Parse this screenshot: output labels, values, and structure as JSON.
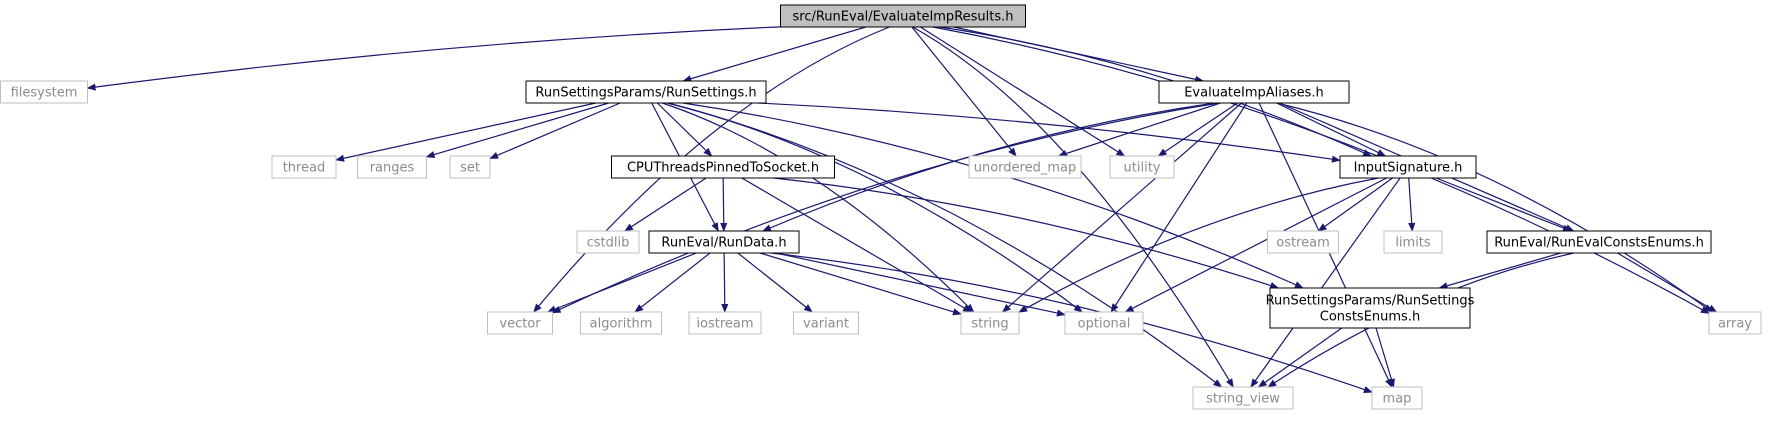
{
  "diagram": {
    "nodes": [
      {
        "id": "root",
        "lines": [
          "src/RunEval/EvaluateImpResults.h"
        ],
        "kind": "root"
      },
      {
        "id": "filesystem",
        "lines": [
          "filesystem"
        ],
        "kind": "system"
      },
      {
        "id": "runsettings",
        "lines": [
          "RunSettingsParams/RunSettings.h"
        ],
        "kind": "project"
      },
      {
        "id": "aliases",
        "lines": [
          "EvaluateImpAliases.h"
        ],
        "kind": "project"
      },
      {
        "id": "thread",
        "lines": [
          "thread"
        ],
        "kind": "system"
      },
      {
        "id": "ranges",
        "lines": [
          "ranges"
        ],
        "kind": "system"
      },
      {
        "id": "set",
        "lines": [
          "set"
        ],
        "kind": "system"
      },
      {
        "id": "cputhreads",
        "lines": [
          "CPUThreadsPinnedToSocket.h"
        ],
        "kind": "project"
      },
      {
        "id": "unordered_map",
        "lines": [
          "unordered_map"
        ],
        "kind": "system"
      },
      {
        "id": "utility",
        "lines": [
          "utility"
        ],
        "kind": "system"
      },
      {
        "id": "inputsig",
        "lines": [
          "InputSignature.h"
        ],
        "kind": "project"
      },
      {
        "id": "cstdlib",
        "lines": [
          "cstdlib"
        ],
        "kind": "system"
      },
      {
        "id": "rundata",
        "lines": [
          "RunEval/RunData.h"
        ],
        "kind": "project"
      },
      {
        "id": "ostream",
        "lines": [
          "ostream"
        ],
        "kind": "system"
      },
      {
        "id": "limits",
        "lines": [
          "limits"
        ],
        "kind": "system"
      },
      {
        "id": "consts",
        "lines": [
          "RunEval/RunEvalConstsEnums.h"
        ],
        "kind": "project"
      },
      {
        "id": "vector",
        "lines": [
          "vector"
        ],
        "kind": "system"
      },
      {
        "id": "algorithm",
        "lines": [
          "algorithm"
        ],
        "kind": "system"
      },
      {
        "id": "iostream",
        "lines": [
          "iostream"
        ],
        "kind": "system"
      },
      {
        "id": "variant",
        "lines": [
          "variant"
        ],
        "kind": "system"
      },
      {
        "id": "string",
        "lines": [
          "string"
        ],
        "kind": "system"
      },
      {
        "id": "optional",
        "lines": [
          "optional"
        ],
        "kind": "system"
      },
      {
        "id": "rsconsts",
        "lines": [
          "RunSettingsParams/RunSettings",
          "ConstsEnums.h"
        ],
        "kind": "project"
      },
      {
        "id": "array",
        "lines": [
          "array"
        ],
        "kind": "system"
      },
      {
        "id": "string_view",
        "lines": [
          "string_view"
        ],
        "kind": "system"
      },
      {
        "id": "map",
        "lines": [
          "map"
        ],
        "kind": "system"
      }
    ],
    "edges": [
      [
        "root",
        "filesystem"
      ],
      [
        "root",
        "runsettings"
      ],
      [
        "root",
        "aliases"
      ],
      [
        "root",
        "unordered_map"
      ],
      [
        "root",
        "utility"
      ],
      [
        "root",
        "inputsig"
      ],
      [
        "root",
        "vector"
      ],
      [
        "root",
        "string_view"
      ],
      [
        "root",
        "array"
      ],
      [
        "runsettings",
        "thread"
      ],
      [
        "runsettings",
        "ranges"
      ],
      [
        "runsettings",
        "set"
      ],
      [
        "runsettings",
        "cputhreads"
      ],
      [
        "runsettings",
        "rundata"
      ],
      [
        "runsettings",
        "inputsig"
      ],
      [
        "runsettings",
        "string"
      ],
      [
        "runsettings",
        "optional"
      ],
      [
        "runsettings",
        "rsconsts"
      ],
      [
        "runsettings",
        "string_view"
      ],
      [
        "aliases",
        "unordered_map"
      ],
      [
        "aliases",
        "utility"
      ],
      [
        "aliases",
        "inputsig"
      ],
      [
        "aliases",
        "consts"
      ],
      [
        "aliases",
        "rundata"
      ],
      [
        "aliases",
        "vector"
      ],
      [
        "aliases",
        "string"
      ],
      [
        "aliases",
        "optional"
      ],
      [
        "aliases",
        "array"
      ],
      [
        "aliases",
        "map"
      ],
      [
        "cputhreads",
        "cstdlib"
      ],
      [
        "cputhreads",
        "rundata"
      ],
      [
        "cputhreads",
        "string"
      ],
      [
        "cputhreads",
        "rsconsts"
      ],
      [
        "inputsig",
        "ostream"
      ],
      [
        "inputsig",
        "limits"
      ],
      [
        "inputsig",
        "consts"
      ],
      [
        "inputsig",
        "string"
      ],
      [
        "inputsig",
        "optional"
      ],
      [
        "inputsig",
        "string_view"
      ],
      [
        "rundata",
        "vector"
      ],
      [
        "rundata",
        "algorithm"
      ],
      [
        "rundata",
        "iostream"
      ],
      [
        "rundata",
        "variant"
      ],
      [
        "rundata",
        "string"
      ],
      [
        "rundata",
        "optional"
      ],
      [
        "rundata",
        "map"
      ],
      [
        "consts",
        "rsconsts"
      ],
      [
        "consts",
        "array"
      ],
      [
        "consts",
        "string_view"
      ],
      [
        "rsconsts",
        "string_view"
      ],
      [
        "rsconsts",
        "map"
      ]
    ],
    "colors": {
      "edge": "#191970",
      "project_border": "#000000",
      "system_border": "#bfbfbf",
      "system_text": "#8c8c8c",
      "root_fill": "#bfbfbf",
      "text": "#000000"
    }
  }
}
